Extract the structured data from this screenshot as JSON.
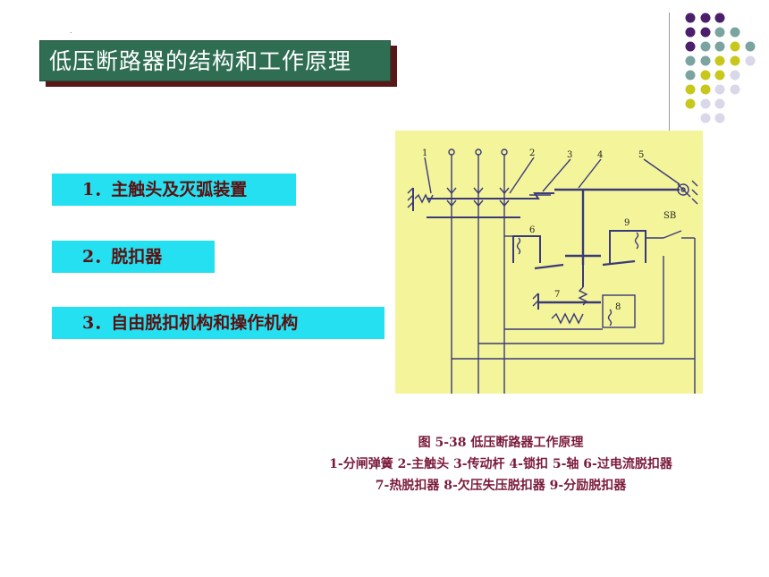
{
  "slide": {
    "title": "低压断路器的结构和工作原理",
    "dot_mark": "."
  },
  "items": [
    {
      "label": "1．主触头及灭弧装置"
    },
    {
      "label": "2．脱扣器"
    },
    {
      "label": "3．自由脱扣机构和操作机构"
    }
  ],
  "diagram": {
    "labels": [
      "1",
      "2",
      "3",
      "4",
      "5",
      "6",
      "7",
      "8",
      "9",
      "SB"
    ],
    "caption_title": "图 5-38   低压断路器工作原理",
    "caption_line2": "1-分闸弹簧  2-主触头  3-传动杆  4-锁扣  5-轴  6-过电流脱扣器",
    "caption_line3": "7-热脱扣器  8-欠压失压脱扣器  9-分励脱扣器"
  },
  "colors": {
    "title_bg": "#2f6e53",
    "title_shadow": "#5a1717",
    "item_bg": "#25e0f0",
    "item_text": "#5a1010",
    "diagram_bg": "#f4f49a",
    "caption_text": "#7a1a3a",
    "dot_purple": "#4b1f6b",
    "dot_teal": "#7ba3a0",
    "dot_olive": "#c8c81c",
    "dot_lavender": "#d8d8e8"
  }
}
